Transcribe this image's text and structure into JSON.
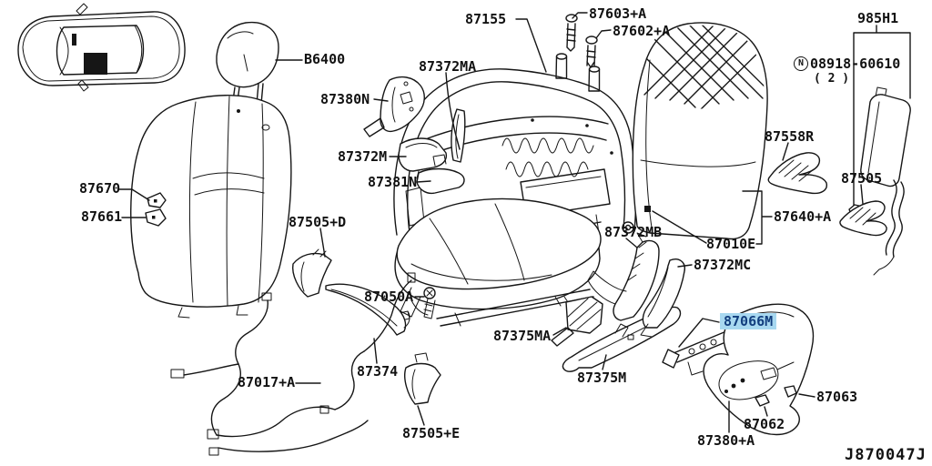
{
  "diagram_code": "J870047J",
  "colors": {
    "highlight_bg": "#A8D8F0",
    "highlight_text": "#123E7E",
    "line": "#161616",
    "background": "#FFFFFF"
  },
  "nut": {
    "symbol": "N",
    "number": "08918-60610",
    "quantity": "( 2 )"
  },
  "labels": [
    {
      "id": "b6400",
      "text": "B6400"
    },
    {
      "id": "87155",
      "text": "87155"
    },
    {
      "id": "87603a",
      "text": "87603+A"
    },
    {
      "id": "87602a",
      "text": "87602+A"
    },
    {
      "id": "985h1",
      "text": "985H1"
    },
    {
      "id": "87558r",
      "text": "87558R"
    },
    {
      "id": "87505",
      "text": "87505"
    },
    {
      "id": "87380n",
      "text": "87380N"
    },
    {
      "id": "87372ma",
      "text": "87372MA"
    },
    {
      "id": "87372m",
      "text": "87372M"
    },
    {
      "id": "87381n",
      "text": "87381N"
    },
    {
      "id": "87670",
      "text": "87670"
    },
    {
      "id": "87661",
      "text": "87661"
    },
    {
      "id": "87505d",
      "text": "87505+D"
    },
    {
      "id": "87050a",
      "text": "87050A"
    },
    {
      "id": "87372mb",
      "text": "87372MB"
    },
    {
      "id": "87010e",
      "text": "87010E"
    },
    {
      "id": "87640a",
      "text": "87640+A"
    },
    {
      "id": "87372mc",
      "text": "87372MC"
    },
    {
      "id": "87375ma",
      "text": "87375MA"
    },
    {
      "id": "87375m",
      "text": "87375M"
    },
    {
      "id": "87374",
      "text": "87374"
    },
    {
      "id": "87017a",
      "text": "87017+A"
    },
    {
      "id": "87505e",
      "text": "87505+E"
    },
    {
      "id": "87066m",
      "text": "87066M",
      "highlighted": true
    },
    {
      "id": "87063",
      "text": "87063"
    },
    {
      "id": "87062",
      "text": "87062"
    },
    {
      "id": "87380a",
      "text": "87380+A"
    }
  ]
}
